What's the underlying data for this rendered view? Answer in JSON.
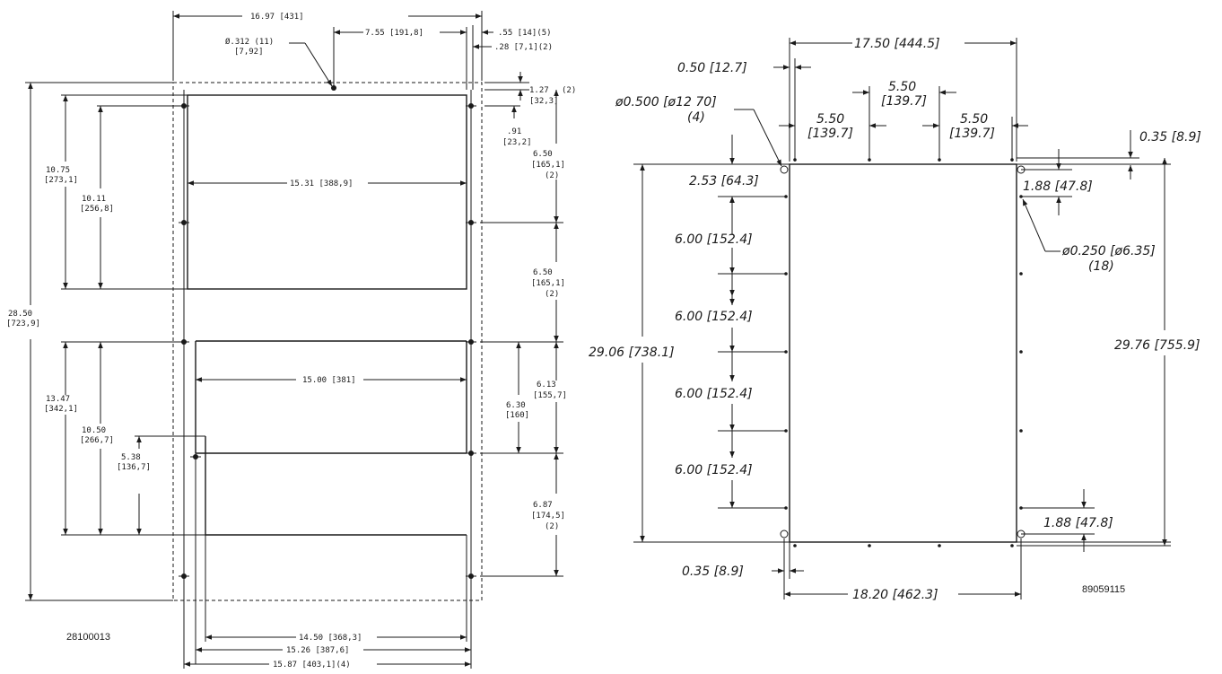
{
  "left_drawing": {
    "dims": {
      "w_overall": "16.97 [431]",
      "hole_dia_a": "Ø.312 (11)",
      "hole_dia_b": "[7,92]",
      "w_755": "7.55 [191,8]",
      "d_055": ".55 [14](5)",
      "d_028": ".28 [7,1](2)",
      "d_127": "1.27",
      "d_127_n": "(2)",
      "d_127_mm": "[32,3]",
      "d_091": ".91",
      "d_091_mm": "[23,2]",
      "d_650a": "6.50",
      "d_650a_mm": "[165,1]",
      "d_650a_n": "(2)",
      "d_1075": "10.75",
      "d_1075_mm": "[273,1]",
      "d_1011": "10.11",
      "d_1011_mm": "[256,8]",
      "w_1531": "15.31 [388,9]",
      "d_650b": "6.50",
      "d_650b_mm": "[165,1]",
      "d_650b_n": "(2)",
      "d_2850": "28.50",
      "d_2850_mm": "[723,9]",
      "w_1500": "15.00 [381]",
      "d_613": "6.13",
      "d_613_mm": "[155,7]",
      "d_630": "6.30",
      "d_630_mm": "[160]",
      "d_1347": "13.47",
      "d_1347_mm": "[342,1]",
      "d_1050": "10.50",
      "d_1050_mm": "[266,7]",
      "d_538": "5.38",
      "d_538_mm": "[136,7]",
      "d_687": "6.87",
      "d_687_mm": "[174,5]",
      "d_687_n": "(2)",
      "w_1450": "14.50 [368,3]",
      "w_1526": "15.26 [387,6]",
      "w_1587": "15.87 [403,1](4)"
    },
    "ref_number": "28100013"
  },
  "right_drawing": {
    "dims": {
      "w_1750": "17.50 [444.5]",
      "d_050": "0.50 [12.7]",
      "d_550a": "5.50",
      "d_550a_mm": "[139.7]",
      "d_550b": "5.50",
      "d_550b_mm": "[139.7]",
      "d_550c": "5.50",
      "d_550c_mm": "[139.7]",
      "hole_large": "ø0.500 [ø12 70]",
      "hole_large_n": "(4)",
      "d_035_top": "0.35 [8.9]",
      "d_253": "2.53 [64.3]",
      "d_188_top": "1.88 [47.8]",
      "hole_small": "ø0.250 [ø6.35]",
      "hole_small_n": "(18)",
      "d_600a": "6.00 [152.4]",
      "d_600b": "6.00 [152.4]",
      "d_600c": "6.00 [152.4]",
      "d_600d": "6.00 [152.4]",
      "h_2906": "29.06 [738.1]",
      "h_2976": "29.76 [755.9]",
      "d_188_bot": "1.88 [47.8]",
      "d_035_bot": "0.35 [8.9]",
      "w_1820": "18.20 [462.3]"
    },
    "ref_number": "89059115"
  },
  "colors": {
    "line": "#1a1a1a",
    "background": "#ffffff"
  }
}
